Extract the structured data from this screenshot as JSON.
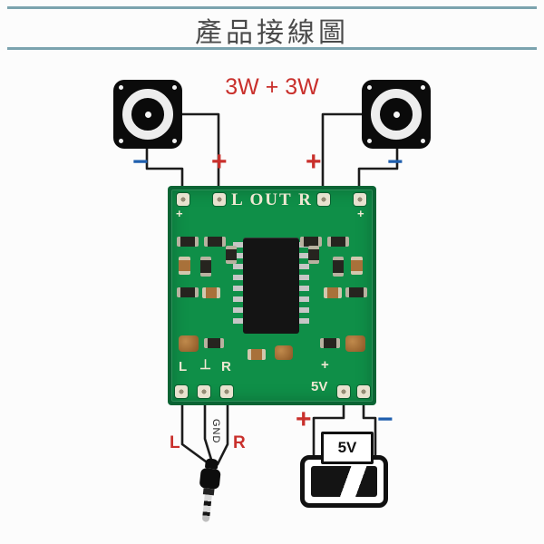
{
  "header": {
    "title": "產品接線圖"
  },
  "power_rating": "3W + 3W",
  "symbols": {
    "plus": "+",
    "minus": "−"
  },
  "speakers": {
    "left": {
      "first_terminal": "−",
      "second_terminal": "+"
    },
    "right": {
      "first_terminal": "+",
      "second_terminal": "−"
    }
  },
  "pcb": {
    "out_label": "L OUT R",
    "channel_left": "L",
    "channel_gnd": "⊥",
    "channel_right": "R",
    "power_plus": "+",
    "power_voltage": "5V"
  },
  "audio_jack": {
    "left": "L",
    "gnd": "GND",
    "right": "R"
  },
  "battery": {
    "voltage": "5V",
    "plus": "+",
    "minus": "−"
  },
  "colors": {
    "positive_red": "#c9302c",
    "negative_blue": "#1f5fae",
    "pcb_green": "#0f8f48",
    "header_rule": "#7ba3ae",
    "wire_black": "#1c1c1c"
  }
}
